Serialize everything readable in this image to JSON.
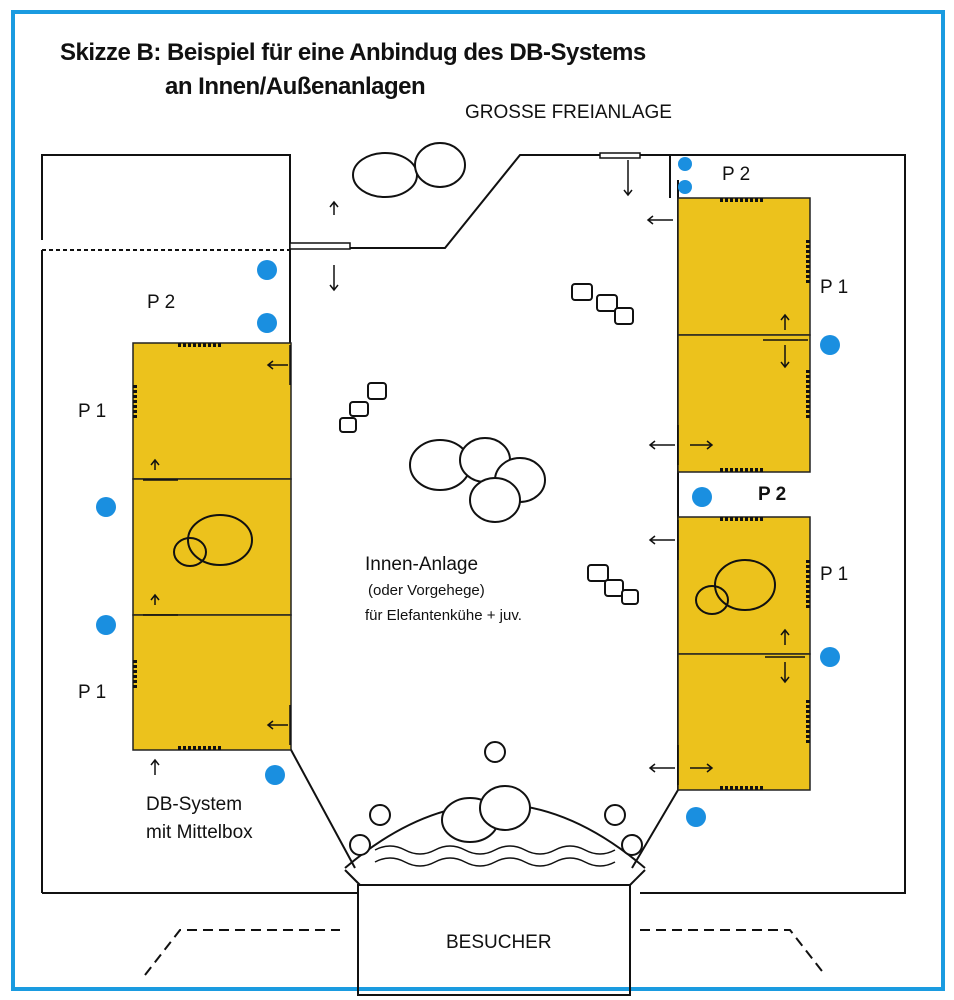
{
  "title": {
    "line1": "Skizze B: Beispiel für eine Anbindug des DB-Systems",
    "line2": "an Innen/Außenanlagen"
  },
  "labels": {
    "outdoor": "GROSSE FREIANLAGE",
    "p2_left": "P 2",
    "p1_left_top": "P 1",
    "p1_left_bottom": "P 1",
    "p2_right_top": "P 2",
    "p1_right_top": "P 1",
    "p2_right_mid": "P 2",
    "p1_right_bottom": "P 1",
    "indoor_title": "Innen-Anlage",
    "indoor_sub1": "(oder Vorgehege)",
    "indoor_sub2": "für Elefantenkühe + juv.",
    "db_line1": "DB-System",
    "db_line2": "mit Mittelbox",
    "visitors": "BESUCHER"
  },
  "colors": {
    "frame": "#1a9be0",
    "box": "#ecc21c",
    "dot": "#1a8fe0"
  }
}
